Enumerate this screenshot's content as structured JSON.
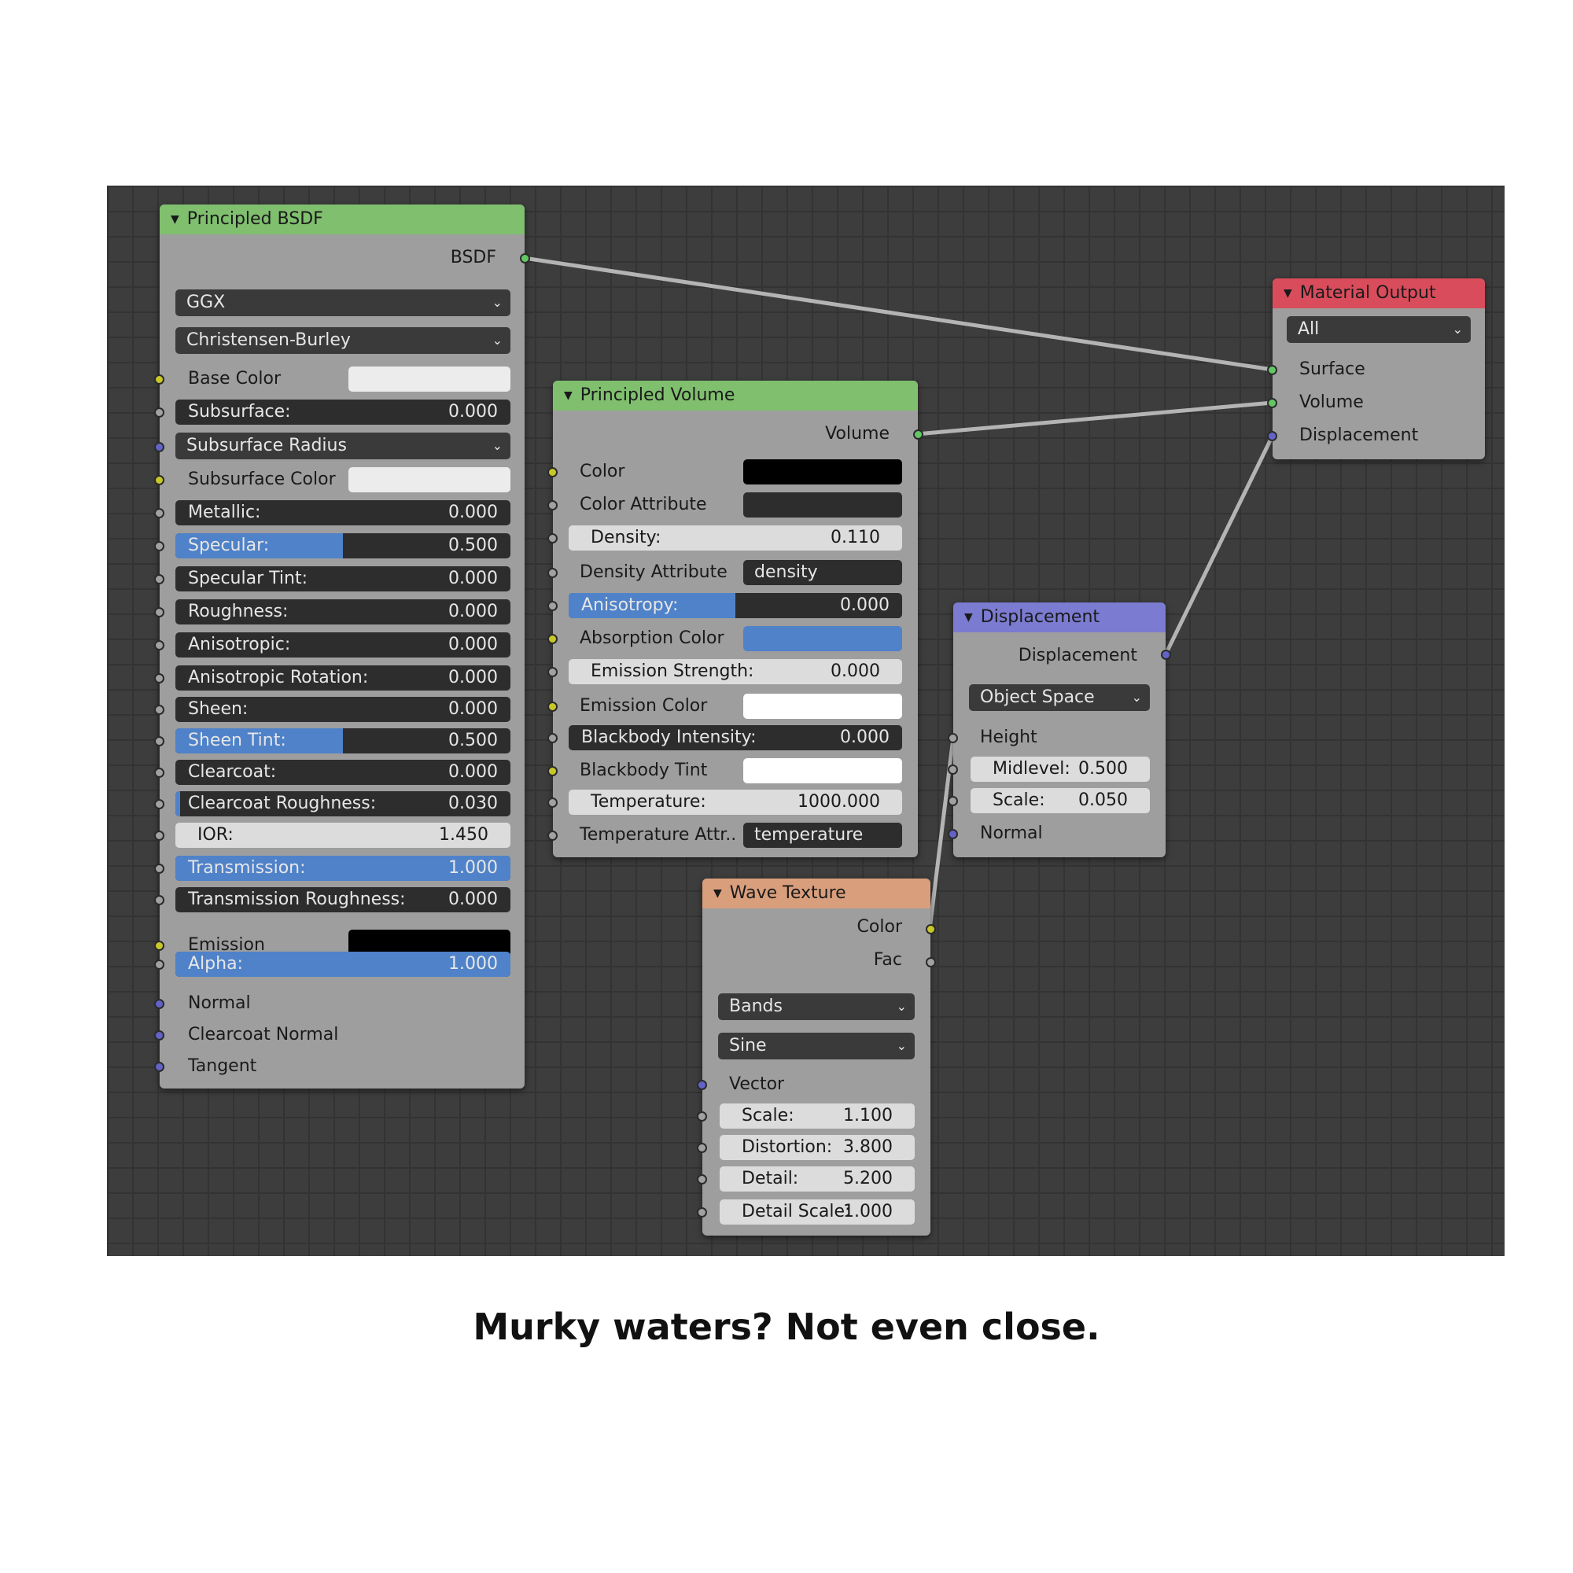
{
  "caption": "Murky waters? Not even close.",
  "colors": {
    "bsdf_header": "#7fbf6e",
    "volume_header": "#7fbf6e",
    "output_header": "#d94c5c",
    "displacement_header": "#7b7bd1",
    "wave_header": "#d99f7c",
    "value_fill": "#4f82c9",
    "absorption_color": "#4f82c9"
  },
  "bsdf": {
    "title": "Principled BSDF",
    "output": "BSDF",
    "distribution": "GGX",
    "subsurface_method": "Christensen-Burley",
    "base_color_label": "Base Color",
    "subsurface_radius": "Subsurface Radius",
    "subsurface_color_label": "Subsurface Color",
    "fields": [
      {
        "label": "Subsurface:",
        "value": "0.000",
        "fraction": 0
      },
      {
        "label": "Metallic:",
        "value": "0.000",
        "fraction": 0
      },
      {
        "label": "Specular:",
        "value": "0.500",
        "fraction": 0.5
      },
      {
        "label": "Specular Tint:",
        "value": "0.000",
        "fraction": 0
      },
      {
        "label": "Roughness:",
        "value": "0.000",
        "fraction": 0
      },
      {
        "label": "Anisotropic:",
        "value": "0.000",
        "fraction": 0
      },
      {
        "label": "Anisotropic Rotation:",
        "value": "0.000",
        "fraction": 0
      },
      {
        "label": "Sheen:",
        "value": "0.000",
        "fraction": 0
      },
      {
        "label": "Sheen Tint:",
        "value": "0.500",
        "fraction": 0.5
      },
      {
        "label": "Clearcoat:",
        "value": "0.000",
        "fraction": 0
      },
      {
        "label": "Clearcoat Roughness:",
        "value": "0.030",
        "fraction": 0.03
      },
      {
        "label": "IOR:",
        "value": "1.450"
      },
      {
        "label": "Transmission:",
        "value": "1.000",
        "fraction": 1
      },
      {
        "label": "Transmission Roughness:",
        "value": "0.000",
        "fraction": 0
      },
      {
        "label": "Alpha:",
        "value": "1.000",
        "fraction": 1
      }
    ],
    "emission_label": "Emission",
    "normal_label": "Normal",
    "clearcoat_normal_label": "Clearcoat Normal",
    "tangent_label": "Tangent"
  },
  "volume": {
    "title": "Principled Volume",
    "output": "Volume",
    "color_label": "Color",
    "color_attribute_label": "Color Attribute",
    "density": {
      "label": "Density:",
      "value": "0.110"
    },
    "density_attribute_label": "Density Attribute",
    "density_attribute_value": "density",
    "anisotropy": {
      "label": "Anisotropy:",
      "value": "0.000",
      "fraction": 0.5
    },
    "absorption_color_label": "Absorption Color",
    "emission_strength": {
      "label": "Emission Strength:",
      "value": "0.000"
    },
    "emission_color_label": "Emission Color",
    "blackbody_intensity": {
      "label": "Blackbody Intensity:",
      "value": "0.000",
      "fraction": 0
    },
    "blackbody_tint_label": "Blackbody Tint",
    "temperature": {
      "label": "Temperature:",
      "value": "1000.000"
    },
    "temperature_attr_label": "Temperature Attr..",
    "temperature_attr_value": "temperature"
  },
  "output": {
    "title": "Material Output",
    "target": "All",
    "surface": "Surface",
    "volume": "Volume",
    "displacement": "Displacement"
  },
  "displacement": {
    "title": "Displacement",
    "output": "Displacement",
    "space": "Object Space",
    "height_label": "Height",
    "midlevel": {
      "label": "Midlevel:",
      "value": "0.500"
    },
    "scale": {
      "label": "Scale:",
      "value": "0.050"
    },
    "normal_label": "Normal"
  },
  "wave": {
    "title": "Wave Texture",
    "out_color": "Color",
    "out_fac": "Fac",
    "type": "Bands",
    "profile": "Sine",
    "vector_label": "Vector",
    "scale": {
      "label": "Scale:",
      "value": "1.100"
    },
    "distortion": {
      "label": "Distortion:",
      "value": "3.800"
    },
    "detail": {
      "label": "Detail:",
      "value": "5.200"
    },
    "detail_scale": {
      "label": "Detail Scale:",
      "value": "1.000"
    }
  }
}
